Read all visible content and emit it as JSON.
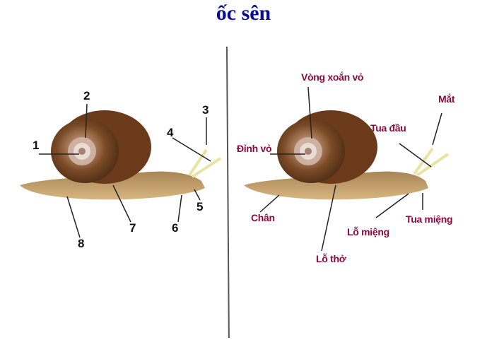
{
  "title": "ốc sên",
  "colors": {
    "title": "#0a0a9a",
    "label": "#8b0a3a",
    "number": "#111111",
    "shell_dark": "#5a3418",
    "shell_mid": "#8a5a30",
    "body": "#c9a46a"
  },
  "left_diagram": {
    "numbers": [
      "1",
      "2",
      "3",
      "4",
      "5",
      "6",
      "7",
      "8"
    ]
  },
  "right_diagram": {
    "labels": {
      "vong_xoan_vo": "Vòng xoắn vỏ",
      "mat": "Mắt",
      "tua_dau": "Tua đầu",
      "dinh_vo": "Đỉnh vỏ",
      "chan": "Chân",
      "lo_mieng": "Lỗ miệng",
      "tua_mieng": "Tua miệng",
      "lo_tho": "Lỗ thở"
    }
  }
}
